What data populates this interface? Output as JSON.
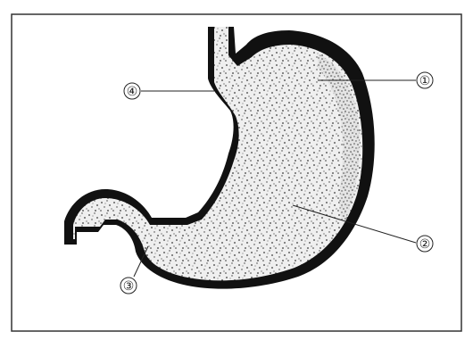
{
  "figure": {
    "colors": {
      "wall": "#111111",
      "content_fill": "#efefef",
      "dots": "#3a3a3a",
      "frame": "#333333",
      "background": "#ffffff"
    },
    "labels": [
      {
        "key": "callout-1",
        "text": "①"
      },
      {
        "key": "callout-2",
        "text": "②"
      },
      {
        "key": "callout-3",
        "text": "③"
      },
      {
        "key": "callout-4",
        "text": "④"
      }
    ]
  }
}
